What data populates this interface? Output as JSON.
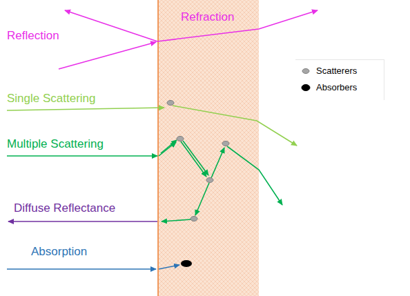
{
  "diagram": {
    "labels": [
      "Reflection",
      "Refraction",
      "Single Scattering",
      "Multiple Scattering",
      "Diffuse Reflectance",
      "Absorption"
    ],
    "legend": [
      {
        "text": "Scatterers"
      },
      {
        "text": "Absorbers"
      }
    ]
  }
}
